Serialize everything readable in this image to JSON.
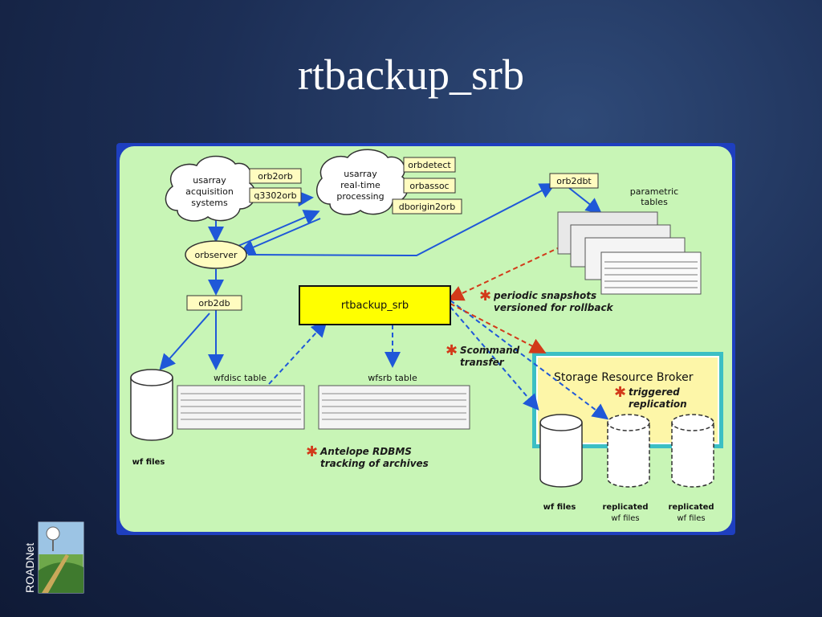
{
  "title": "rtbackup_srb",
  "logo_text": "ROADNet",
  "diagram": {
    "clouds": {
      "acquisition": [
        "usarray",
        "acquisition",
        "systems"
      ],
      "realtime": [
        "usarray",
        "real-time",
        "processing"
      ]
    },
    "modules": {
      "orb2orb": "orb2orb",
      "q3302orb": "q3302orb",
      "orbdetect": "orbdetect",
      "orbassoc": "orbassoc",
      "dborigin2orb": "dborigin2orb",
      "orbserver": "orbserver",
      "orb2db": "orb2db",
      "orb2dbt": "orb2dbt",
      "rtbackup_srb": "rtbackup_srb"
    },
    "labels": {
      "parametric_tables": [
        "parametric",
        "tables"
      ],
      "wfdisc_table": "wfdisc table",
      "wfsrb_table": "wfsrb table",
      "wf_files_left": "wf files",
      "wf_files_srb": "wf files",
      "replicated_1": [
        "replicated",
        "wf files"
      ],
      "replicated_2": [
        "replicated",
        "wf files"
      ],
      "srb_title": "Storage Resource Broker"
    },
    "annotations": {
      "snapshots": [
        "periodic snapshots",
        "versioned for rollback"
      ],
      "scommand": [
        "Scommand",
        "transfer"
      ],
      "triggered": [
        "triggered",
        "replication"
      ],
      "antelope": [
        "Antelope RDBMS",
        "tracking of archives"
      ]
    },
    "colors": {
      "panel": "#c8f5b6",
      "frame": "#1e3fbf",
      "arrow_blue": "#1f58d8",
      "arrow_red": "#d23a1a",
      "box_yellow": "#fffcc0",
      "rtbackup_yellow": "#ffff00",
      "srb_cyan": "#3bbfc4"
    }
  }
}
